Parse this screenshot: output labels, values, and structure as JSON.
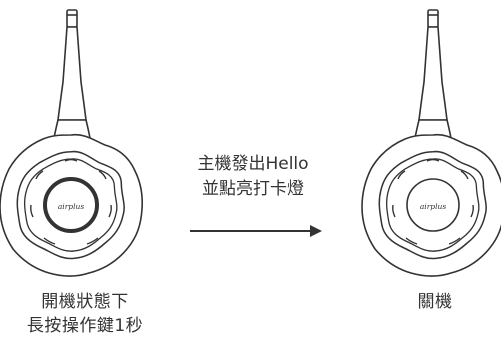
{
  "device_label": "airplus",
  "left_caption": {
    "line1": "開機狀態下",
    "line2": "長按操作鍵1秒"
  },
  "center_text": {
    "line1": "主機發出Hello",
    "line2": "並點亮打卡燈"
  },
  "right_caption": "關機"
}
